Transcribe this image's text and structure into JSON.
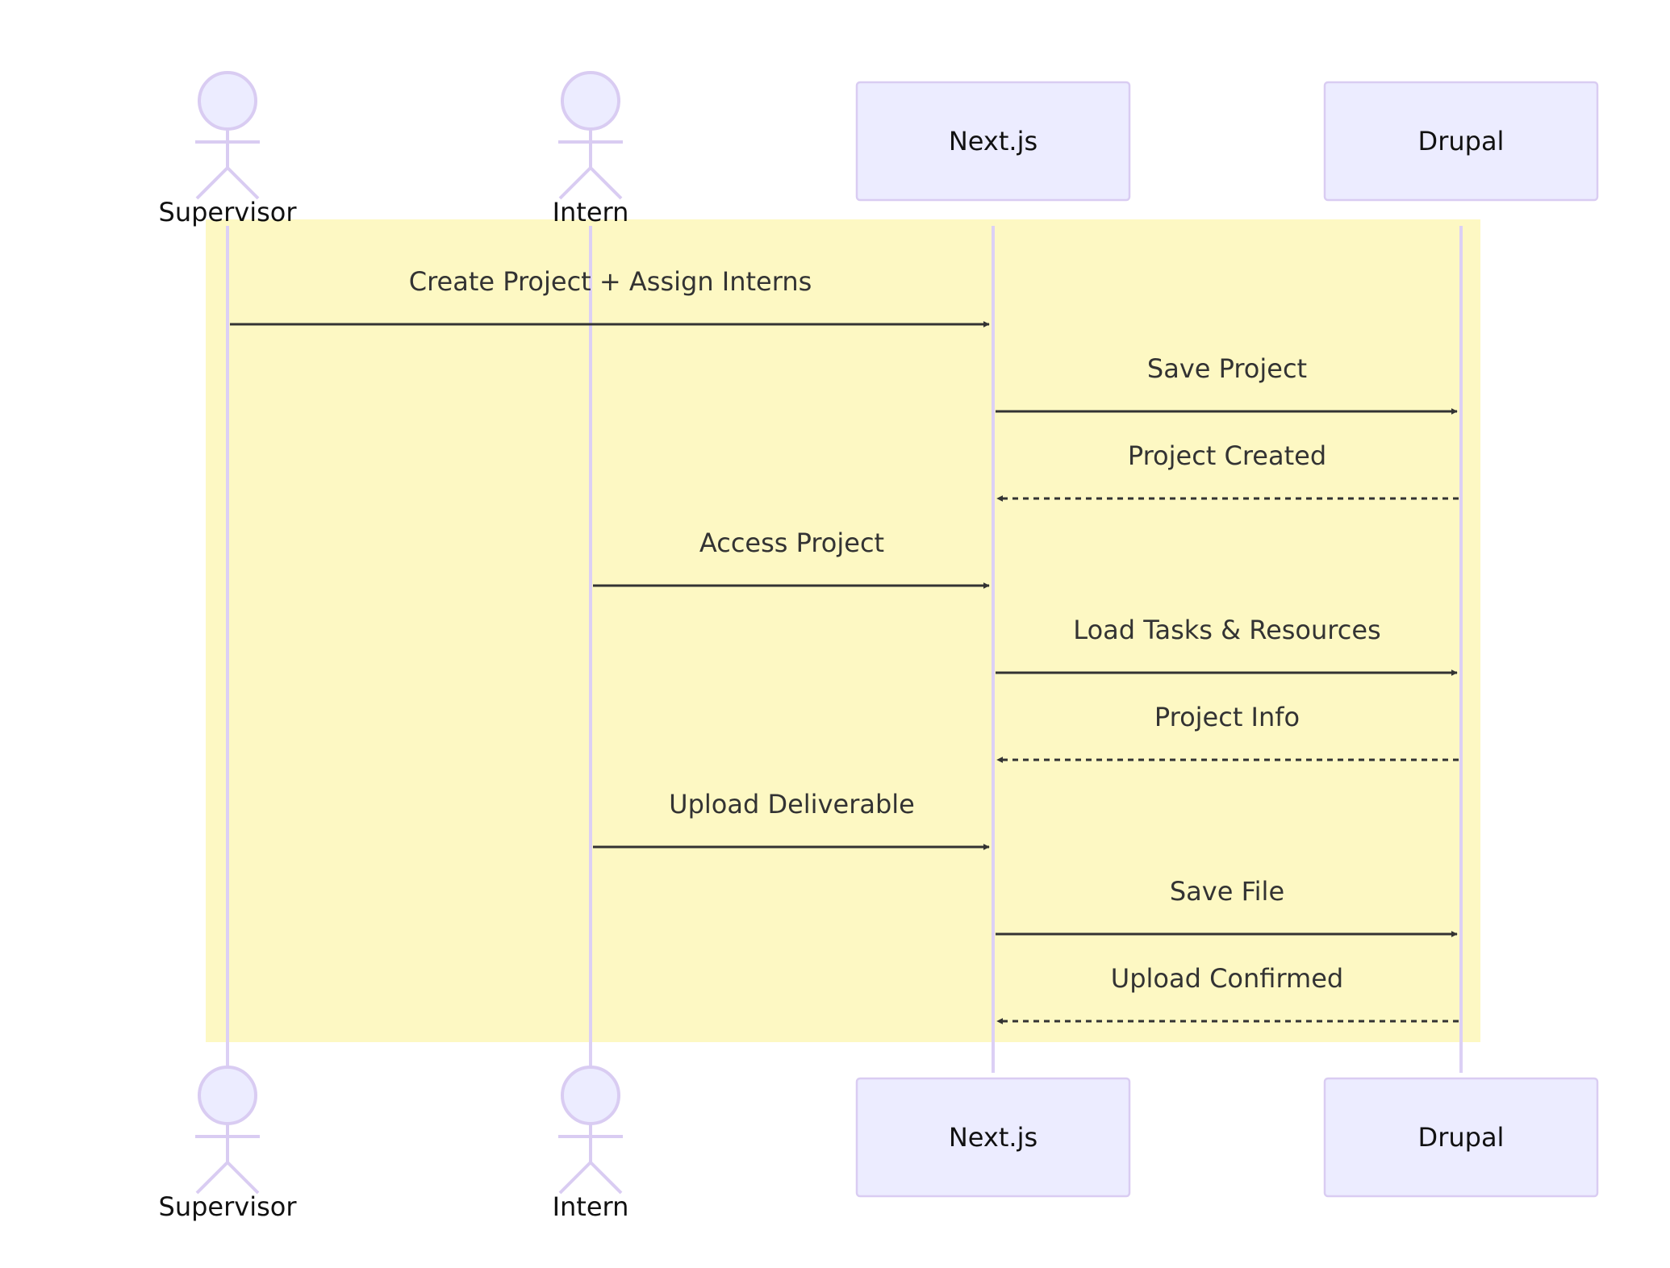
{
  "participants": [
    {
      "id": "supervisor",
      "label": "Supervisor",
      "kind": "actor"
    },
    {
      "id": "intern",
      "label": "Intern",
      "kind": "actor"
    },
    {
      "id": "nextjs",
      "label": "Next.js",
      "kind": "box"
    },
    {
      "id": "drupal",
      "label": "Drupal",
      "kind": "box"
    }
  ],
  "colors": {
    "highlight_block": "#fdf8c3",
    "participant_fill": "#ececff",
    "participant_border": "#d9ccf2",
    "arrow": "#333333"
  },
  "messages": [
    {
      "from": "supervisor",
      "to": "nextjs",
      "text": "Create Project + Assign Interns",
      "style": "solid"
    },
    {
      "from": "nextjs",
      "to": "drupal",
      "text": "Save Project",
      "style": "solid"
    },
    {
      "from": "drupal",
      "to": "nextjs",
      "text": "Project Created",
      "style": "dashed"
    },
    {
      "from": "intern",
      "to": "nextjs",
      "text": "Access Project",
      "style": "solid"
    },
    {
      "from": "nextjs",
      "to": "drupal",
      "text": "Load Tasks & Resources",
      "style": "solid"
    },
    {
      "from": "drupal",
      "to": "nextjs",
      "text": "Project Info",
      "style": "dashed"
    },
    {
      "from": "intern",
      "to": "nextjs",
      "text": "Upload Deliverable",
      "style": "solid"
    },
    {
      "from": "nextjs",
      "to": "drupal",
      "text": "Save File",
      "style": "solid"
    },
    {
      "from": "drupal",
      "to": "nextjs",
      "text": "Upload Confirmed",
      "style": "dashed"
    }
  ]
}
